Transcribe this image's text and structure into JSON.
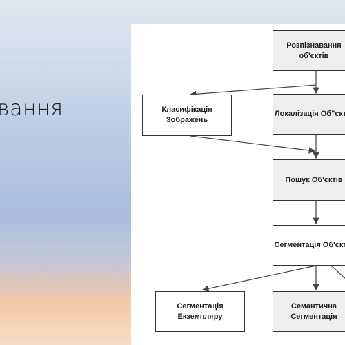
{
  "slide": {
    "title_fragment": "вання"
  },
  "diagram": {
    "nodes": {
      "recognition": "Розпізнавання\nоб'єктів",
      "classification": "Класифікація\nЗображень",
      "localization": "Локалізація Об\"єктів",
      "detection": "Пошук Об'єктів",
      "semantic_seg_top": "Сегментація Об'єктів",
      "instance_seg": "Сегментація\nЕкземпляру",
      "semantic_seg": "Семантична\nСегментація"
    }
  },
  "colors": {
    "node_fill": "#eeeeee",
    "node_border": "#333333",
    "edge": "#444444"
  }
}
